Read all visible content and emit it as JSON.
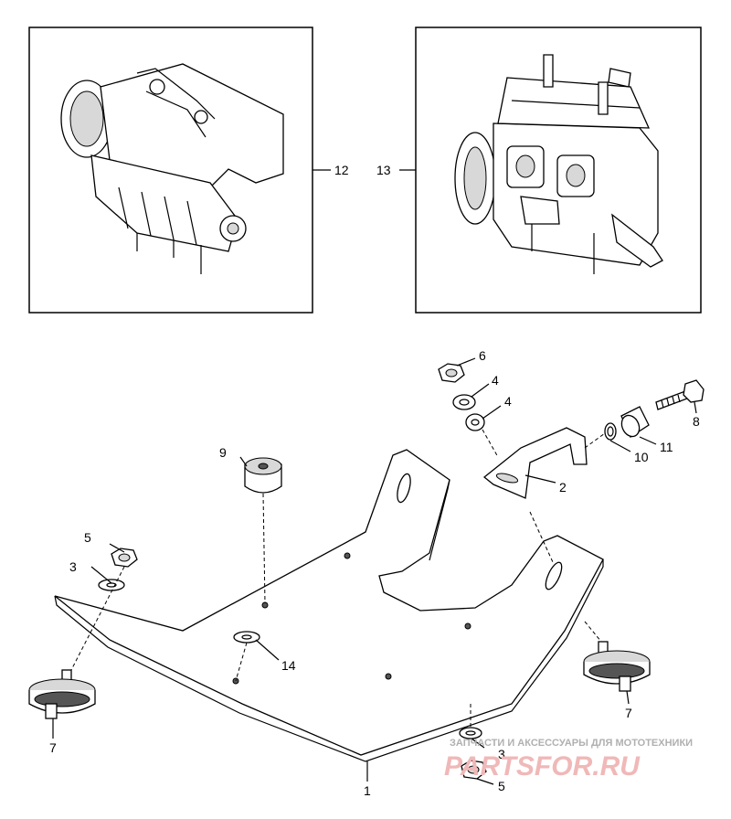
{
  "callouts": {
    "c1": "1",
    "c2": "2",
    "c3a": "3",
    "c3b": "3",
    "c4a": "4",
    "c4b": "4",
    "c5a": "5",
    "c5b": "5",
    "c6": "6",
    "c7a": "7",
    "c7b": "7",
    "c8": "8",
    "c9": "9",
    "c10": "10",
    "c11": "11",
    "c12": "12",
    "c13": "13",
    "c14": "14"
  },
  "watermark": {
    "tagline": "ЗАПЧАСТИ И АКСЕССУАРЫ ДЛЯ МОТОТЕХНИКИ",
    "logo": "PARTSFOR.RU"
  }
}
